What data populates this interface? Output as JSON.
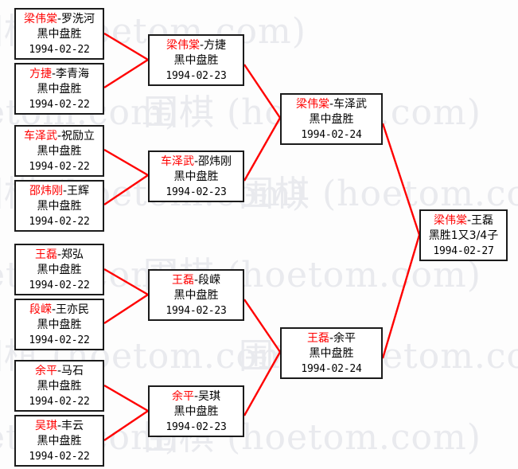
{
  "watermark": {
    "text": "围棋 (hoetom.com)",
    "color": "#e9eaee"
  },
  "theme": {
    "winner_color": "#ff0000",
    "text_color": "#000000",
    "box_border_color": "#1b1b1b",
    "connector_color": "#ff0000",
    "background_color": "#fdfdfd"
  },
  "bracket": {
    "rounds": [
      {
        "name": "round-1",
        "matches": [
          {
            "winner": "梁伟棠",
            "dash": "-",
            "loser": "罗洗河",
            "result": "黑中盘胜",
            "date": "1994-02-22"
          },
          {
            "winner": "方捷",
            "dash": "-",
            "loser": "李青海",
            "result": "黑中盘胜",
            "date": "1994-02-22"
          },
          {
            "winner": "车泽武",
            "dash": "-",
            "loser": "祝励立",
            "result": "黑中盘胜",
            "date": "1994-02-22"
          },
          {
            "winner": "邵炜刚",
            "dash": "-",
            "loser": "王辉",
            "result": "黑中盘胜",
            "date": "1994-02-22"
          },
          {
            "winner": "王磊",
            "dash": "-",
            "loser": "郑弘",
            "result": "黑中盘胜",
            "date": "1994-02-22"
          },
          {
            "winner": "段嵘",
            "dash": "-",
            "loser": "王亦民",
            "result": "黑中盘胜",
            "date": "1994-02-22"
          },
          {
            "winner": "余平",
            "dash": "-",
            "loser": "马石",
            "result": "黑中盘胜",
            "date": "1994-02-22"
          },
          {
            "winner": "吴琪",
            "dash": "-",
            "loser": "丰云",
            "result": "黑中盘胜",
            "date": "1994-02-22"
          }
        ]
      },
      {
        "name": "round-2",
        "matches": [
          {
            "winner": "梁伟棠",
            "dash": "-",
            "loser": "方捷",
            "result": "黑中盘胜",
            "date": "1994-02-23"
          },
          {
            "winner": "车泽武",
            "dash": "-",
            "loser": "邵炜刚",
            "result": "黑中盘胜",
            "date": "1994-02-23"
          },
          {
            "winner": "王磊",
            "dash": "-",
            "loser": "段嵘",
            "result": "黑中盘胜",
            "date": "1994-02-23"
          },
          {
            "winner": "余平",
            "dash": "-",
            "loser": "吴琪",
            "result": "黑中盘胜",
            "date": "1994-02-23"
          }
        ]
      },
      {
        "name": "semifinal",
        "matches": [
          {
            "winner": "梁伟棠",
            "dash": "-",
            "loser": "车泽武",
            "result": "黑中盘胜",
            "date": "1994-02-24"
          },
          {
            "winner": "王磊",
            "dash": "-",
            "loser": "余平",
            "result": "黑中盘胜",
            "date": "1994-02-24"
          }
        ]
      },
      {
        "name": "final",
        "matches": [
          {
            "winner": "梁伟棠",
            "dash": "-",
            "loser": "王磊",
            "result": "黑胜1又3/4子",
            "date": "1994-02-27"
          }
        ]
      }
    ]
  }
}
